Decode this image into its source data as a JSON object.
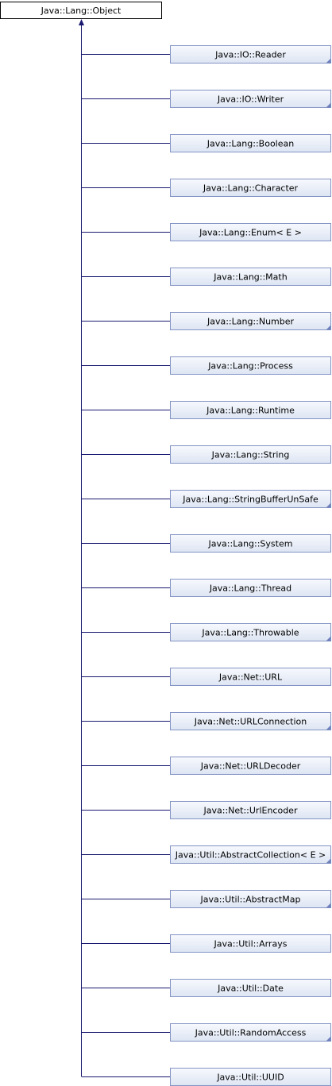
{
  "diagram": {
    "root": {
      "label": "Java::Lang::Object"
    },
    "children": [
      {
        "label": "Java::IO::Reader",
        "has_more": true
      },
      {
        "label": "Java::IO::Writer",
        "has_more": true
      },
      {
        "label": "Java::Lang::Boolean",
        "has_more": false
      },
      {
        "label": "Java::Lang::Character",
        "has_more": false
      },
      {
        "label": "Java::Lang::Enum< E >",
        "has_more": false
      },
      {
        "label": "Java::Lang::Math",
        "has_more": false
      },
      {
        "label": "Java::Lang::Number",
        "has_more": true
      },
      {
        "label": "Java::Lang::Process",
        "has_more": false
      },
      {
        "label": "Java::Lang::Runtime",
        "has_more": false
      },
      {
        "label": "Java::Lang::String",
        "has_more": false
      },
      {
        "label": "Java::Lang::StringBufferUnSafe",
        "has_more": true
      },
      {
        "label": "Java::Lang::System",
        "has_more": false
      },
      {
        "label": "Java::Lang::Thread",
        "has_more": false
      },
      {
        "label": "Java::Lang::Throwable",
        "has_more": true
      },
      {
        "label": "Java::Net::URL",
        "has_more": false
      },
      {
        "label": "Java::Net::URLConnection",
        "has_more": true
      },
      {
        "label": "Java::Net::URLDecoder",
        "has_more": false
      },
      {
        "label": "Java::Net::UrlEncoder",
        "has_more": false
      },
      {
        "label": "Java::Util::AbstractCollection< E >",
        "has_more": true
      },
      {
        "label": "Java::Util::AbstractMap",
        "has_more": true
      },
      {
        "label": "Java::Util::Arrays",
        "has_more": false
      },
      {
        "label": "Java::Util::Date",
        "has_more": false
      },
      {
        "label": "Java::Util::RandomAccess",
        "has_more": true
      },
      {
        "label": "Java::Util::UUID",
        "has_more": false
      }
    ],
    "colors": {
      "edge": "#191970",
      "node_border": "#8494c4",
      "node_fill_top": "#f7f9fd",
      "node_fill_bottom": "#dde5f3",
      "root_border": "#000000",
      "root_fill": "#ffffff",
      "fold_mark": "#6f81bd"
    }
  }
}
